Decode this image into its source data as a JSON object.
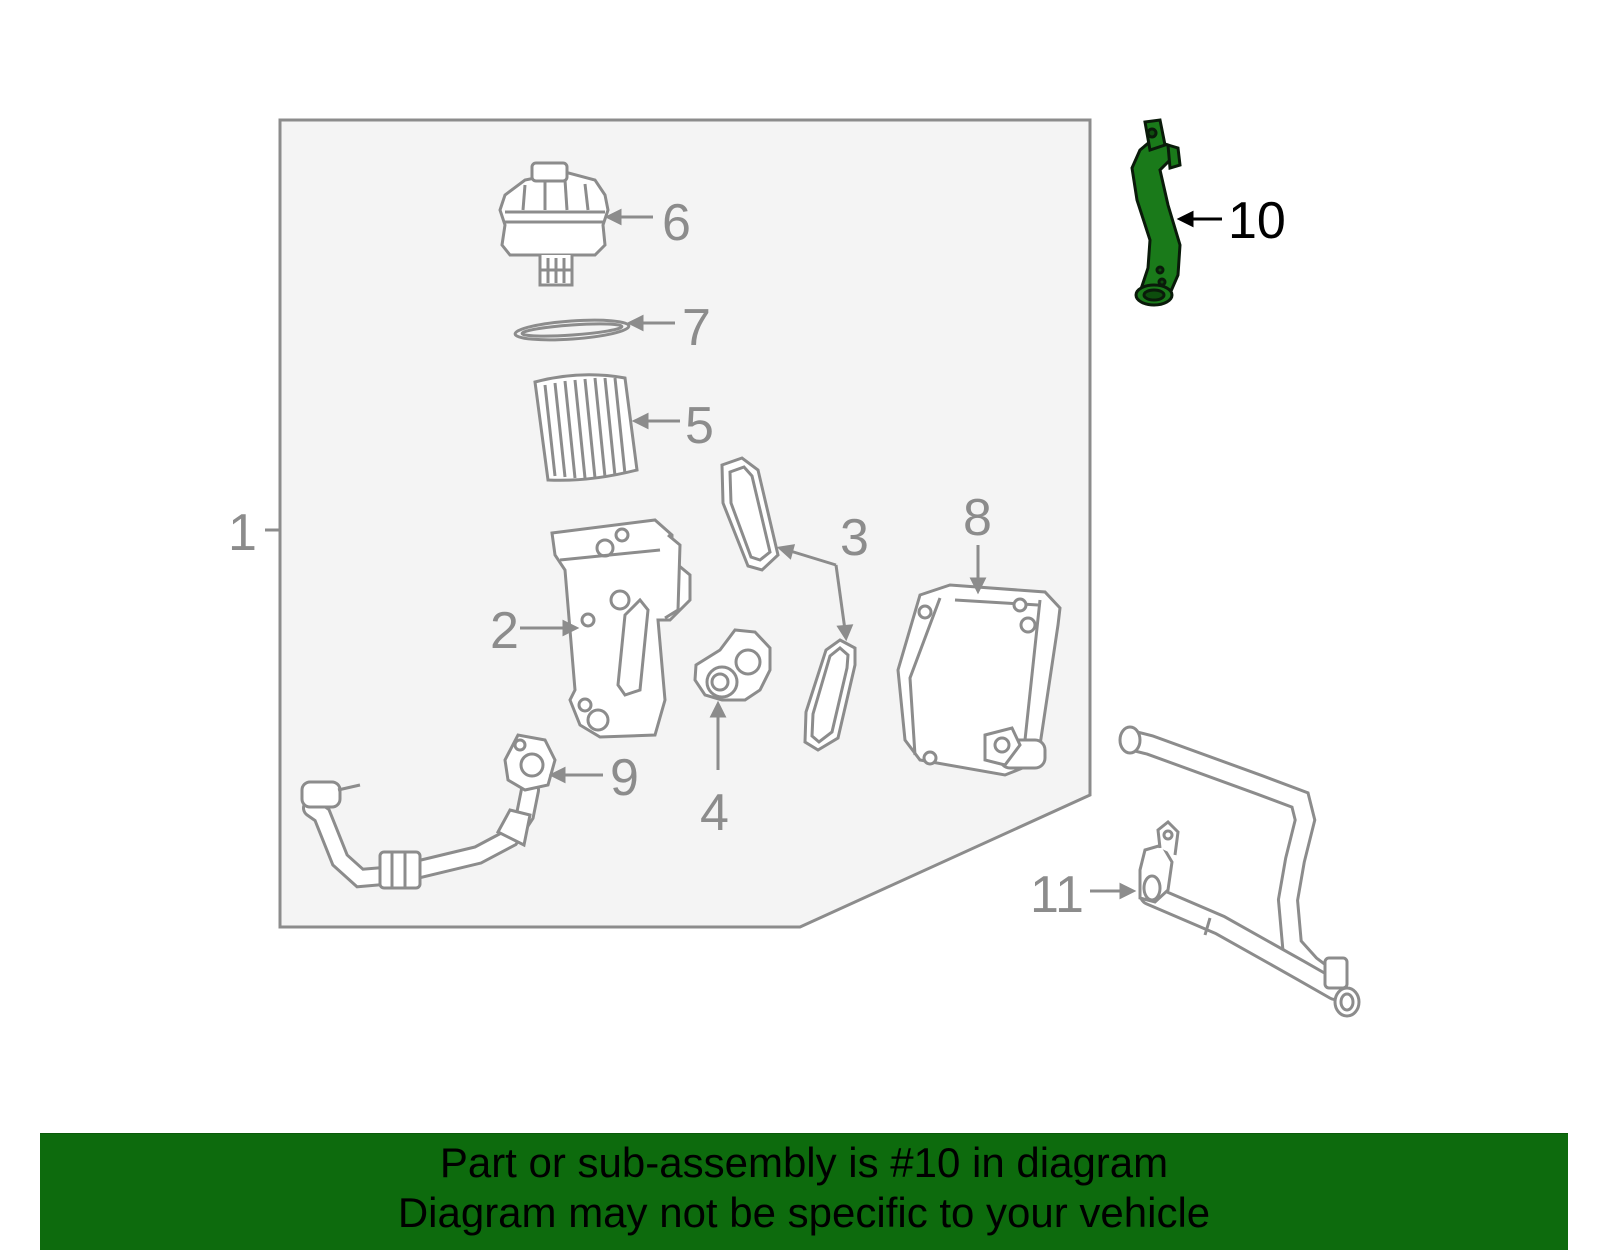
{
  "colors": {
    "assembly_fill": "#f4f4f4",
    "line_gray": "#8c8c8c",
    "highlight_green": "#1a7a1a",
    "banner_green": "#0d6b0d",
    "highlight_text": "#000000",
    "label_gray": "#8c8c8c"
  },
  "diagram": {
    "callouts": [
      {
        "id": "1",
        "text": "1"
      },
      {
        "id": "2",
        "text": "2"
      },
      {
        "id": "3",
        "text": "3"
      },
      {
        "id": "4",
        "text": "4"
      },
      {
        "id": "5",
        "text": "5"
      },
      {
        "id": "6",
        "text": "6"
      },
      {
        "id": "7",
        "text": "7"
      },
      {
        "id": "8",
        "text": "8"
      },
      {
        "id": "9",
        "text": "9"
      },
      {
        "id": "10",
        "text": "10"
      },
      {
        "id": "11",
        "text": "11"
      }
    ],
    "highlighted_part": "10"
  },
  "banner": {
    "line1": "Part or sub-assembly is #10 in diagram",
    "line2": "Diagram may not be specific to your vehicle"
  }
}
